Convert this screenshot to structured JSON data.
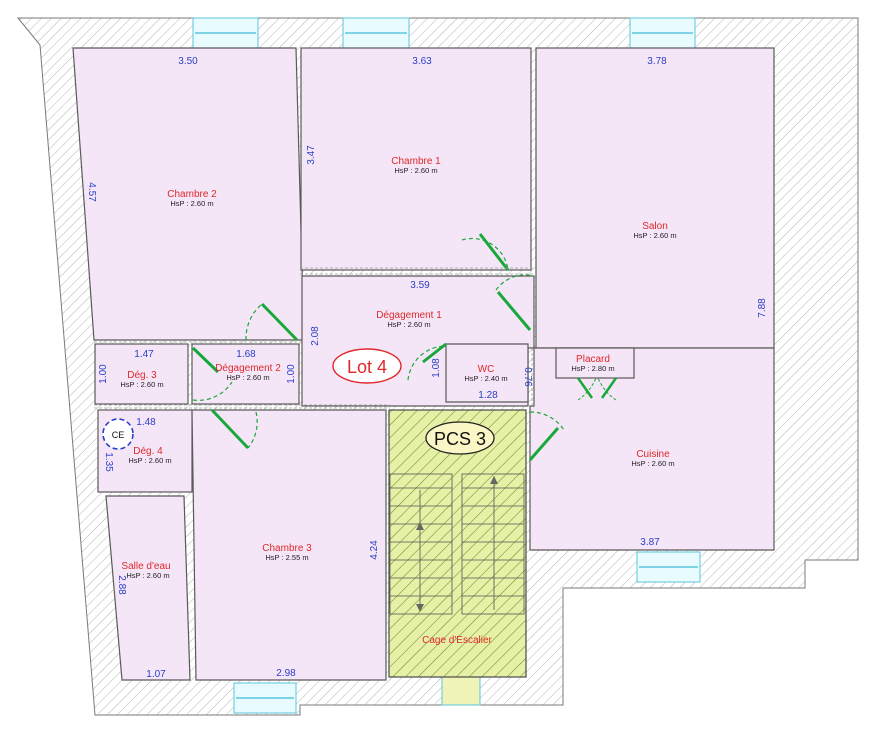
{
  "rooms": [
    {
      "id": "chambre2",
      "name": "Chambre 2",
      "height": "HsP : 2.60 m"
    },
    {
      "id": "chambre1",
      "name": "Chambre 1",
      "height": "HsP : 2.60 m"
    },
    {
      "id": "salon",
      "name": "Salon",
      "height": "HsP : 2.60 m"
    },
    {
      "id": "degagement1",
      "name": "Dégagement 1",
      "height": "HsP : 2.60 m"
    },
    {
      "id": "deg3",
      "name": "Dég. 3",
      "height": "HsP : 2.60 m"
    },
    {
      "id": "degagement2",
      "name": "Dégagement 2",
      "height": "HsP : 2.60 m"
    },
    {
      "id": "wc",
      "name": "WC",
      "height": "HsP : 2.40 m"
    },
    {
      "id": "placard",
      "name": "Placard",
      "height": "HsP : 2.80 m"
    },
    {
      "id": "deg4",
      "name": "Dég. 4",
      "height": "HsP : 2.60 m"
    },
    {
      "id": "cuisine",
      "name": "Cuisine",
      "height": "HsP : 2.60 m"
    },
    {
      "id": "chambre3",
      "name": "Chambre 3",
      "height": "HsP : 2.55 m"
    },
    {
      "id": "salle_eau",
      "name": "Salle d'eau",
      "height": "HsP : 2.60 m"
    },
    {
      "id": "cage",
      "name": "Cage d'Escalier",
      "height": ""
    }
  ],
  "dimensions": [
    "3.50",
    "3.63",
    "3.78",
    "4.57",
    "3.47",
    "7.88",
    "3.59",
    "2.08",
    "1.47",
    "1.68",
    "1.00",
    "1.00",
    "1.08",
    "0.76",
    "1.28",
    "1.48",
    "1.35",
    "4.24",
    "3.87",
    "2.88",
    "1.07",
    "2.98"
  ],
  "labels": {
    "lot": "Lot 4",
    "pcs": "PCS 3",
    "ce": "CE"
  },
  "colors": {
    "room_fill": "#f4e6f6",
    "stair_fill": "#e6f0a6",
    "dim_text": "#2a3fc9",
    "room_text": "#e0282c",
    "door": "#18a83a",
    "window": "#79d6e6"
  }
}
